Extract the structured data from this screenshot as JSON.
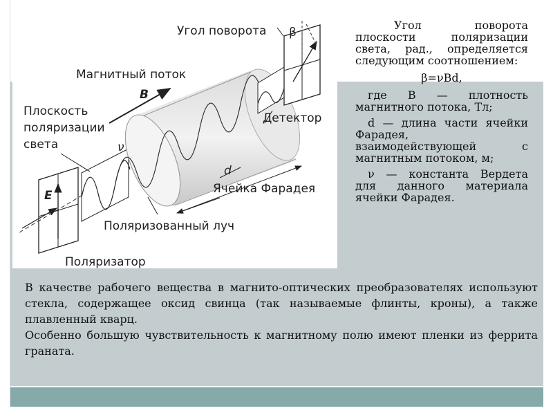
{
  "figure": {
    "labels": {
      "rotation_angle": "Угол поворота",
      "beta": "β",
      "magnetic_flux": "Магнитный поток",
      "b_vector": "B",
      "polarization_plane_1": "Плоскость",
      "polarization_plane_2": "поляризации",
      "polarization_plane_3": "света",
      "nu": "ν",
      "detector": "Детектор",
      "d": "d",
      "faraday_cell": "Ячейка Фарадея",
      "e_vector": "E",
      "polarized_beam": "Поляризованный луч",
      "polarizer": "Поляризатор"
    }
  },
  "right_text": {
    "intro": "Угол поворота плоскости поляризации света, рад., определяется следующим соотношением:",
    "formula": "β=νBd,",
    "def_b": "где B — плотность магнитного потока, Тл;",
    "def_d": "d — длина части ячейки Фарадея, взаимодействующей с магнитным потоком, м;",
    "def_v": "ν — константа Вердета для данного материала ячейки Фарадея."
  },
  "bottom_text": {
    "p1": "В качестве рабочего вещества в магнито-оптических преобразователях используют стекла, содержащее оксид свинца (так называемые флинты, кроны), а также плавленный кварц.",
    "p2": "Особенно большую чувствительность к магнитному полю имеют пленки из феррита граната."
  },
  "colors": {
    "band": "#c3cdd0",
    "bar": "#86a9a9"
  }
}
